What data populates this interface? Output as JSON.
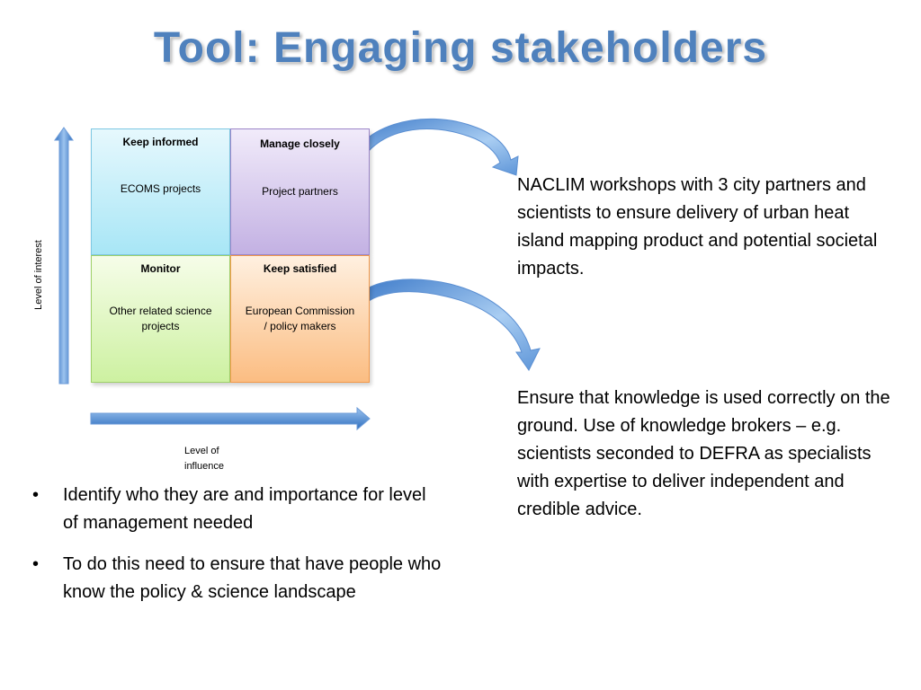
{
  "title": "Tool: Engaging stakeholders",
  "matrix": {
    "keep_informed": {
      "heading": "Keep informed",
      "body": "ECOMS projects"
    },
    "manage_closely": {
      "heading": "Manage closely",
      "body": "Project partners"
    },
    "monitor": {
      "heading": "Monitor",
      "body": "Other related science projects"
    },
    "keep_satisfied": {
      "heading": "Keep satisfied",
      "body": "European Commission / policy makers"
    }
  },
  "axes": {
    "y_label": "Level of interest",
    "x_label": "Level of influence"
  },
  "bullets": [
    "Identify who they are and importance for level of management needed",
    "To do this need to ensure that have people who know the policy & science landscape"
  ],
  "right_text": {
    "first": "NACLIM workshops with 3 city partners and scientists to ensure delivery of urban heat island mapping product and potential societal impacts.",
    "second": "Ensure that knowledge is used correctly on the ground. Use of knowledge brokers – e.g. scientists seconded to DEFRA as specialists with expertise to deliver independent and credible advice."
  },
  "colors": {
    "title": "#4f81bd",
    "arrow": "#4f81bd",
    "keep_informed": "#a8e6f6",
    "manage_closely": "#c3b1e3",
    "monitor": "#cdf1a1",
    "keep_satisfied": "#fbbd82"
  }
}
